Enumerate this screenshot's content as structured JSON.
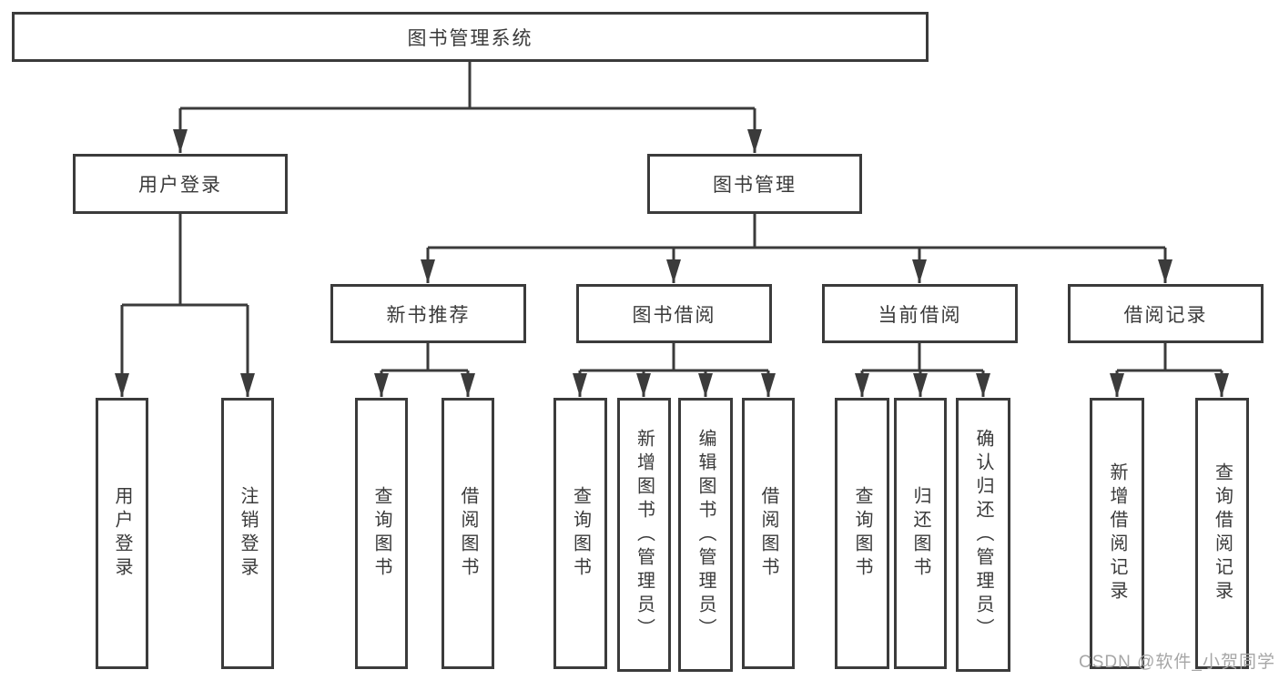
{
  "diagram": {
    "type": "hierarchy-tree",
    "tree": {
      "root": {
        "label": "图书管理系统"
      },
      "branches": [
        {
          "label": "用户登录",
          "children": [
            {
              "label": "用户登录"
            },
            {
              "label": "注销登录"
            }
          ]
        },
        {
          "label": "图书管理",
          "children": [
            {
              "label": "新书推荐",
              "children": [
                {
                  "label": "查询图书"
                },
                {
                  "label": "借阅图书"
                }
              ]
            },
            {
              "label": "图书借阅",
              "children": [
                {
                  "label": "查询图书"
                },
                {
                  "label": "新增图书（管理员）"
                },
                {
                  "label": "编辑图书（管理员）"
                },
                {
                  "label": "借阅图书"
                }
              ]
            },
            {
              "label": "当前借阅",
              "children": [
                {
                  "label": "查询图书"
                },
                {
                  "label": "归还图书"
                },
                {
                  "label": "确认归还（管理员）"
                }
              ]
            },
            {
              "label": "借阅记录",
              "children": [
                {
                  "label": "新增借阅记录"
                },
                {
                  "label": "查询借阅记录"
                }
              ]
            }
          ]
        }
      ]
    }
  },
  "watermark": {
    "text": "CSDN @软件_小贺同学"
  },
  "colors": {
    "line": "#3b3b3b",
    "text": "#3a3a3a",
    "background": "#ffffff",
    "watermark": "#a6a6a6"
  }
}
